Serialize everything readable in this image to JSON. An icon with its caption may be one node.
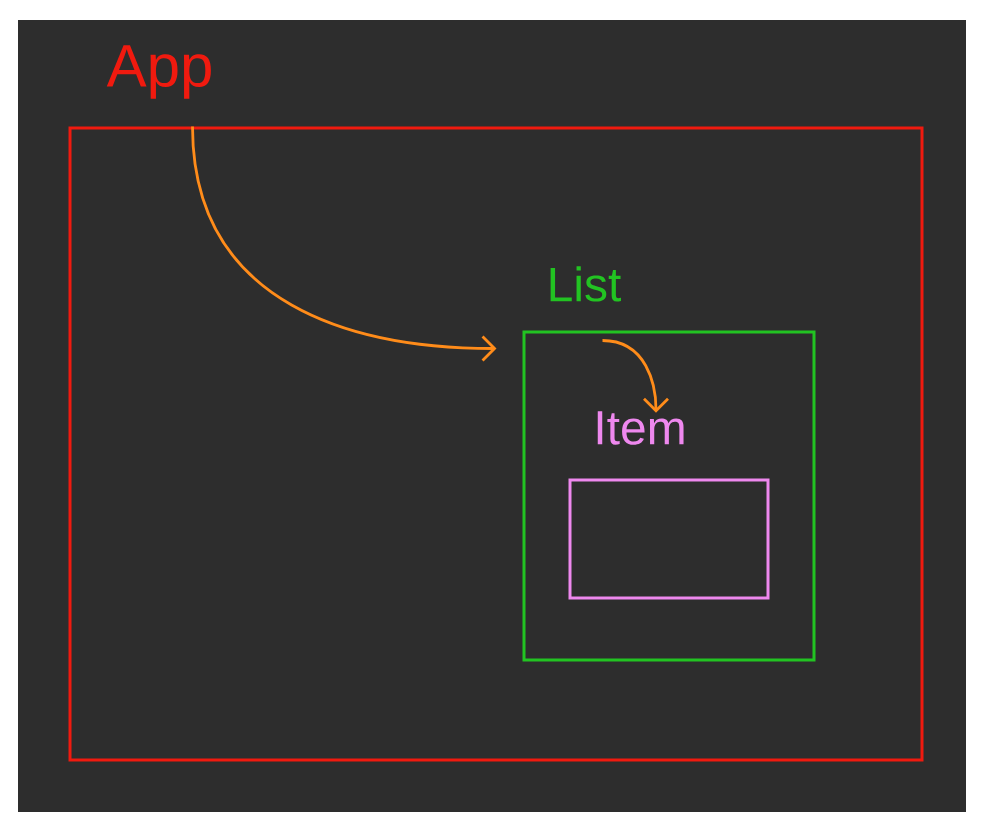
{
  "diagram": {
    "nodes": [
      {
        "text": [
          "App"
        ]
      },
      {
        "text": [
          "List"
        ],
        "in": 0
      },
      {
        "text": [
          "Item"
        ],
        "in": 1
      }
    ],
    "edges": [
      {
        "from": 0,
        "to": 1,
        "arrow": "to"
      },
      {
        "from": 1,
        "to": 2,
        "arrow": "to"
      }
    ]
  }
}
